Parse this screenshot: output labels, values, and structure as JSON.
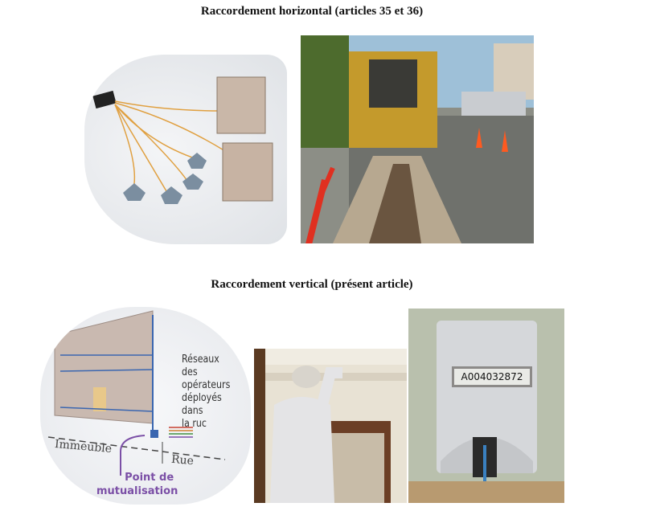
{
  "section1": {
    "title": "Raccordement horizontal (articles 35 et 36)"
  },
  "section2": {
    "title": "Raccordement vertical (présent article)",
    "diagram": {
      "networks_label_lines": [
        "Réseaux",
        "des opérateurs",
        "déployés dans",
        "la ruc"
      ],
      "building_label": "Immeuble",
      "street_label": "Rue",
      "point_label_lines": [
        "Point de",
        "mutualisation"
      ]
    },
    "device": {
      "serial": "A004032872"
    }
  }
}
